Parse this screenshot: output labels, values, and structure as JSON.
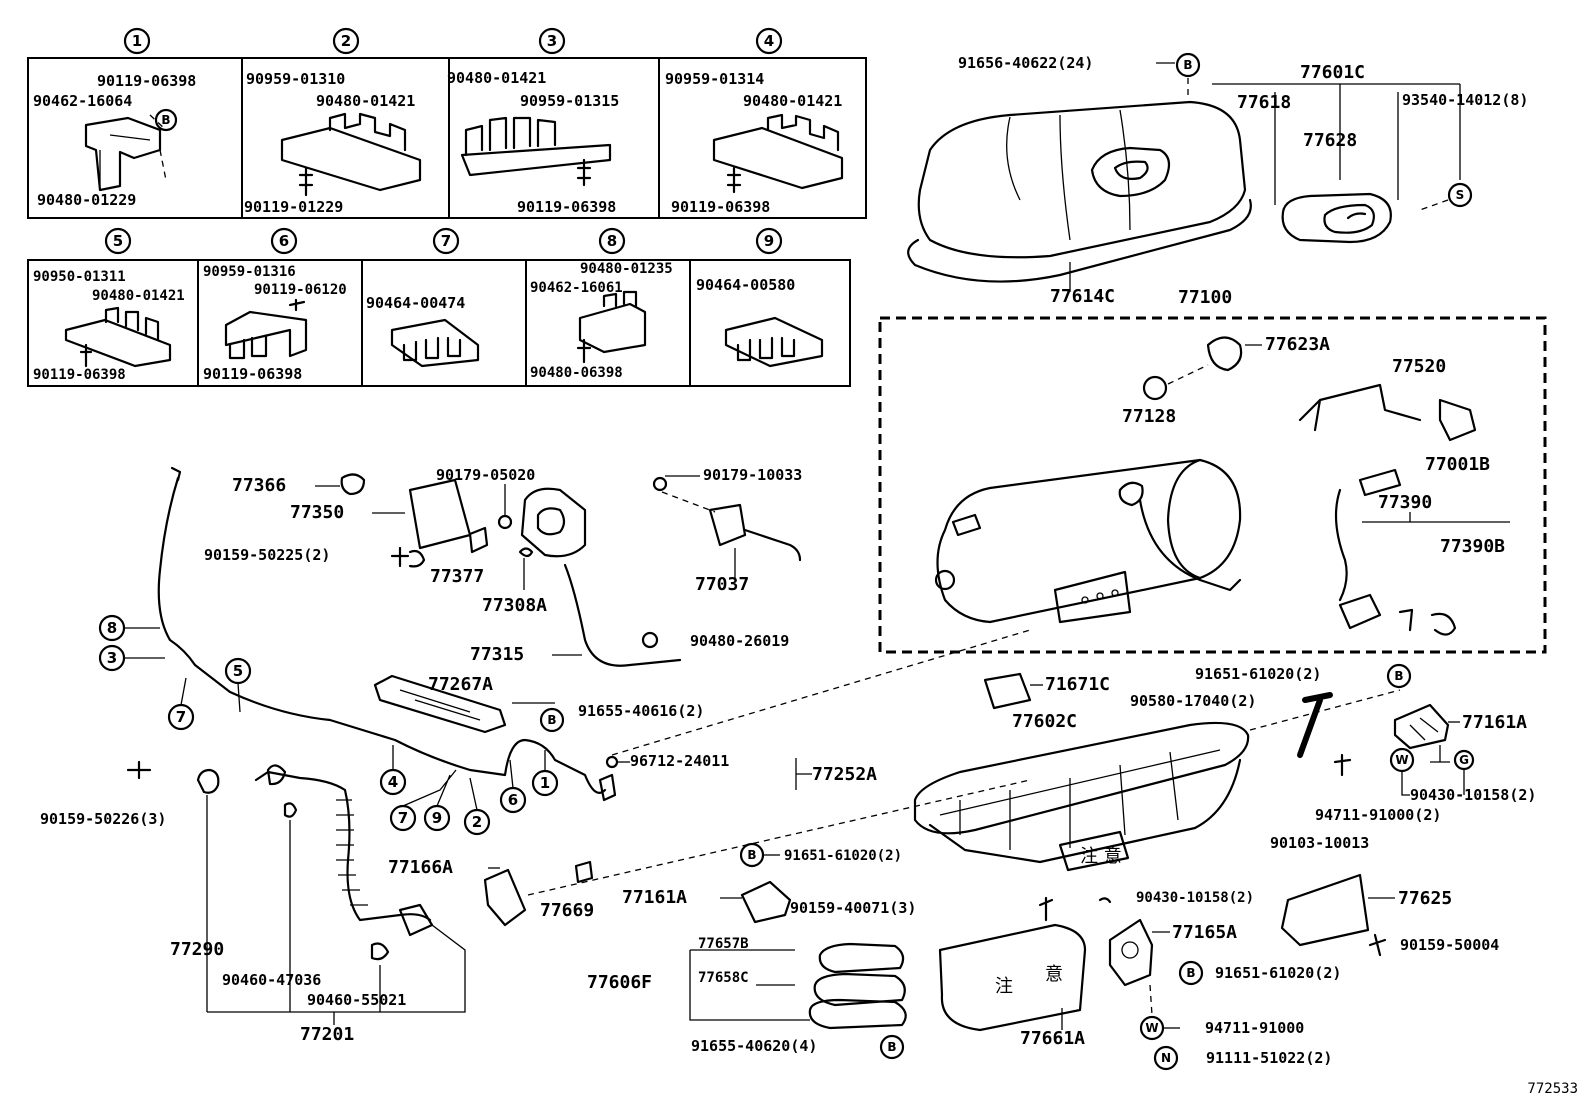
{
  "sections": {
    "s1": {
      "num": "1",
      "labels": [
        "90119-06398",
        "90462-16064",
        "90480-01229"
      ],
      "ref": "B"
    },
    "s2": {
      "num": "2",
      "labels": [
        "90959-01310",
        "90480-01421",
        "90119-01229"
      ]
    },
    "s3": {
      "num": "3",
      "labels": [
        "90480-01421",
        "90959-01315",
        "90119-06398"
      ]
    },
    "s4": {
      "num": "4",
      "labels": [
        "90959-01314",
        "90480-01421",
        "90119-06398"
      ]
    },
    "s5": {
      "num": "5",
      "labels": [
        "90950-01311",
        "90480-01421",
        "90119-06398"
      ]
    },
    "s6": {
      "num": "6",
      "labels": [
        "90959-01316",
        "90119-06120",
        "90119-06398"
      ]
    },
    "s7": {
      "num": "7",
      "labels": [
        "90464-00474"
      ]
    },
    "s8": {
      "num": "8",
      "labels": [
        "90480-01235",
        "90462-16061",
        "90480-06398"
      ]
    },
    "s9": {
      "num": "9",
      "labels": [
        "90464-00580"
      ]
    }
  },
  "cover": {
    "bolt": "91656-40622(24)",
    "bolt_ref": "B",
    "labels": [
      "77601C",
      "77618",
      "93540-14012(8)",
      "77628",
      "77614C"
    ],
    "screw_ref": "S"
  },
  "tank": {
    "title": "77100",
    "labels": [
      "77623A",
      "77128",
      "77520",
      "77001B",
      "77390",
      "77390B"
    ]
  },
  "filler": {
    "labels": [
      "77366",
      "77350",
      "90179-05020",
      "90179-10033",
      "90159-50225(2)",
      "77377",
      "77037",
      "77308A",
      "77315",
      "90480-26019"
    ]
  },
  "pipe": {
    "circles": [
      "8",
      "3",
      "7",
      "5",
      "4",
      "7",
      "9",
      "2",
      "6",
      "1"
    ],
    "labels": [
      "77267A",
      "91655-40616(2)",
      "96712-24011",
      "77252A"
    ],
    "ref": "B"
  },
  "hose": {
    "labels": [
      "90159-50226(3)",
      "77290",
      "90460-47036",
      "90460-55021",
      "77201",
      "77166A",
      "77669"
    ]
  },
  "lower": {
    "labels": [
      "71671C",
      "77602C",
      "91651-61020(2)",
      "90580-17040(2)",
      "77161A",
      "90430-10158(2)",
      "94711-91000(2)",
      "90103-10013",
      "91651-61020(2)",
      "77161A",
      "90159-40071(3)",
      "90430-10158(2)",
      "77625",
      "77165A",
      "90159-50004",
      "91651-61020(2)",
      "77657B",
      "77658C",
      "77606F",
      "91655-40620(4)",
      "77661A",
      "94711-91000",
      "91111-51022(2)"
    ],
    "refs": [
      "B",
      "W",
      "G",
      "B",
      "B",
      "W",
      "N",
      "B"
    ]
  },
  "kanji": {
    "a": "注",
    "b": "意",
    "c": "注 意"
  },
  "footer": {
    "code": "772533"
  }
}
